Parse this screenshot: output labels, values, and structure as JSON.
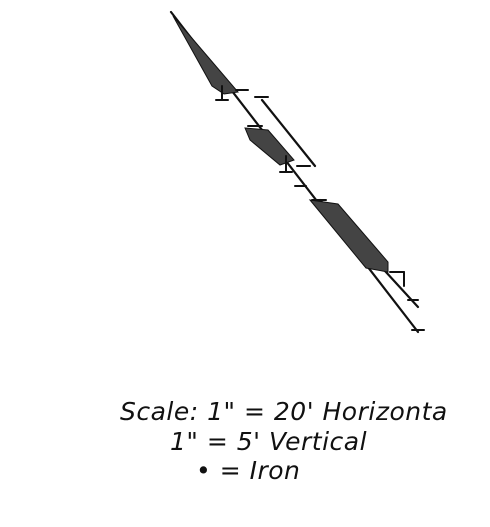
{
  "legend": {
    "horizontal_scale": "Scale: 1\" = 20' Horizonta",
    "vertical_scale": "1\" = 5' Vertical",
    "iron_marker": "• = Iron"
  },
  "colors": {
    "ink": "#111111",
    "shading": "#444444"
  }
}
